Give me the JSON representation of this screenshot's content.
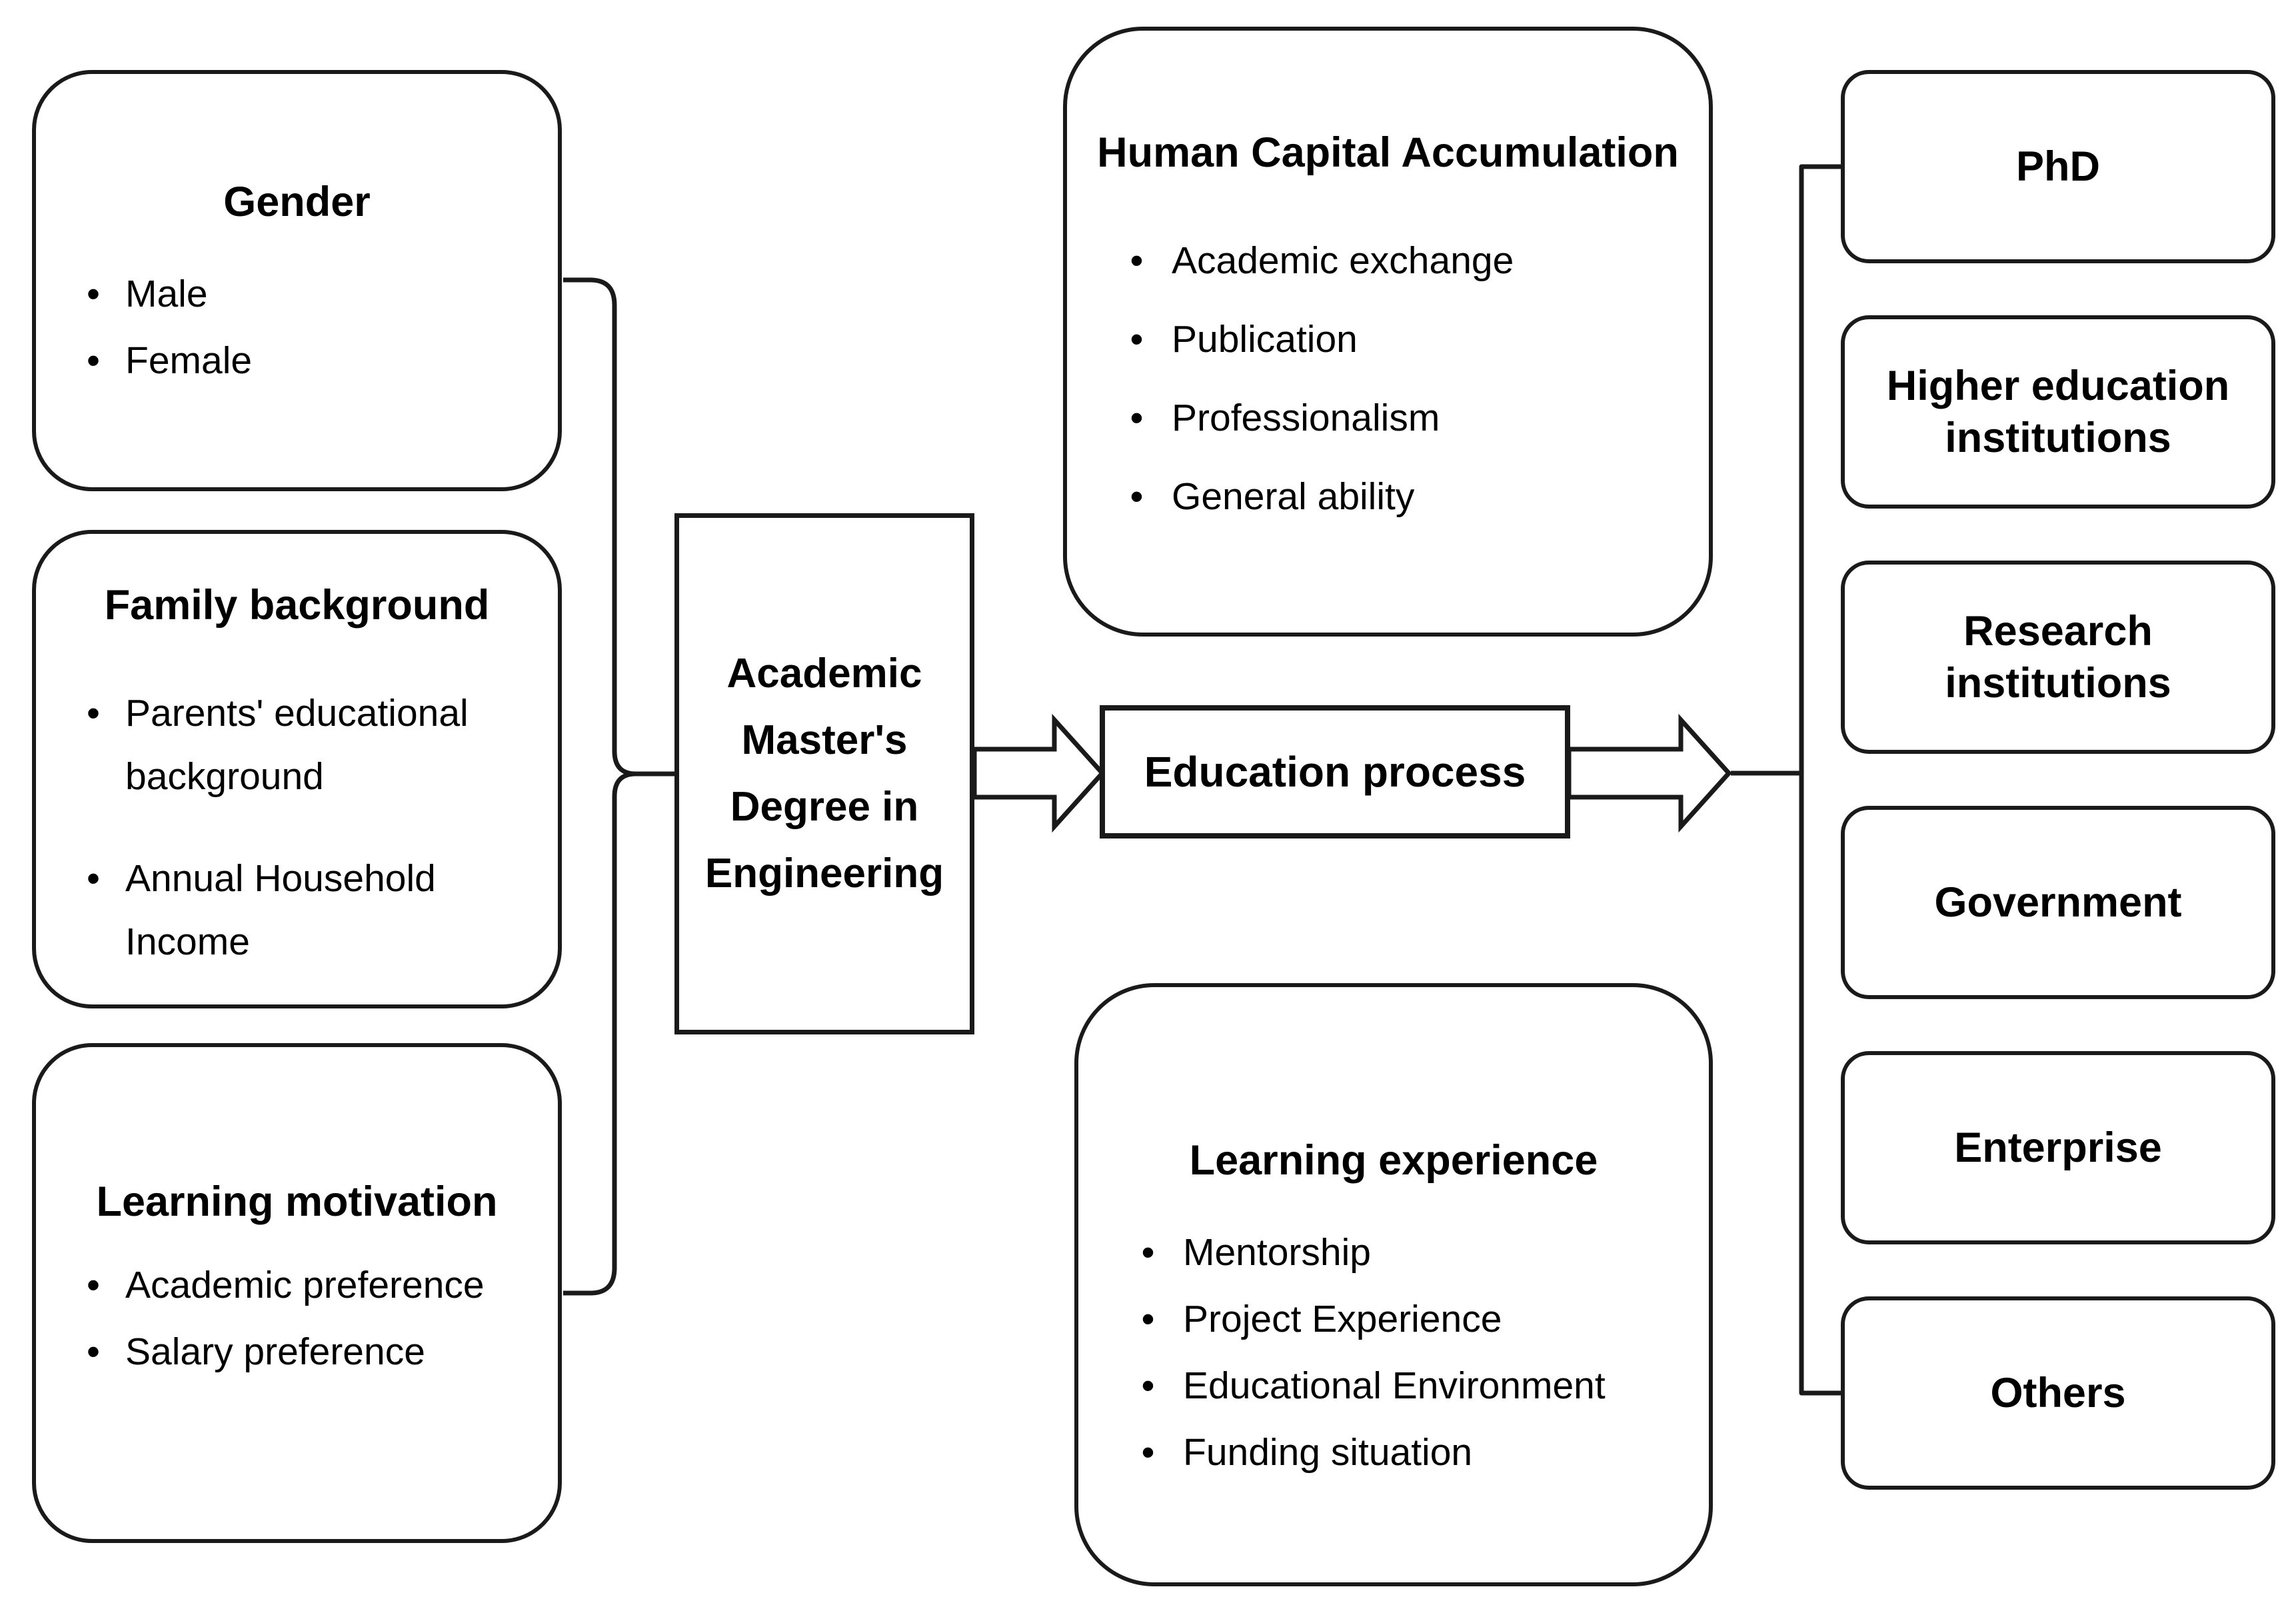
{
  "figure": {
    "inputs": [
      {
        "title": "Gender",
        "items": [
          "Male",
          "Female"
        ]
      },
      {
        "title": "Family background",
        "items": [
          "Parents' educational background",
          "Annual Household Income"
        ]
      },
      {
        "title": "Learning motivation",
        "items": [
          "Academic preference",
          "Salary preference"
        ]
      }
    ],
    "core_label": "Academic Master's Degree in Engineering",
    "process_label": "Education process",
    "mediators": [
      {
        "title": "Human Capital Accumulation",
        "items": [
          "Academic exchange",
          "Publication",
          "Professionalism",
          "General ability"
        ]
      },
      {
        "title": "Learning experience",
        "items": [
          "Mentorship",
          "Project Experience",
          "Educational Environment",
          "Funding situation"
        ]
      }
    ],
    "outcomes": [
      "PhD",
      "Higher education institutions",
      "Research institutions",
      "Government",
      "Enterprise",
      "Others"
    ]
  },
  "ui": {
    "bullet_char": "•"
  },
  "colors": {
    "background": "#ffffff",
    "line": "#1a1a1a",
    "text": "#000000"
  }
}
